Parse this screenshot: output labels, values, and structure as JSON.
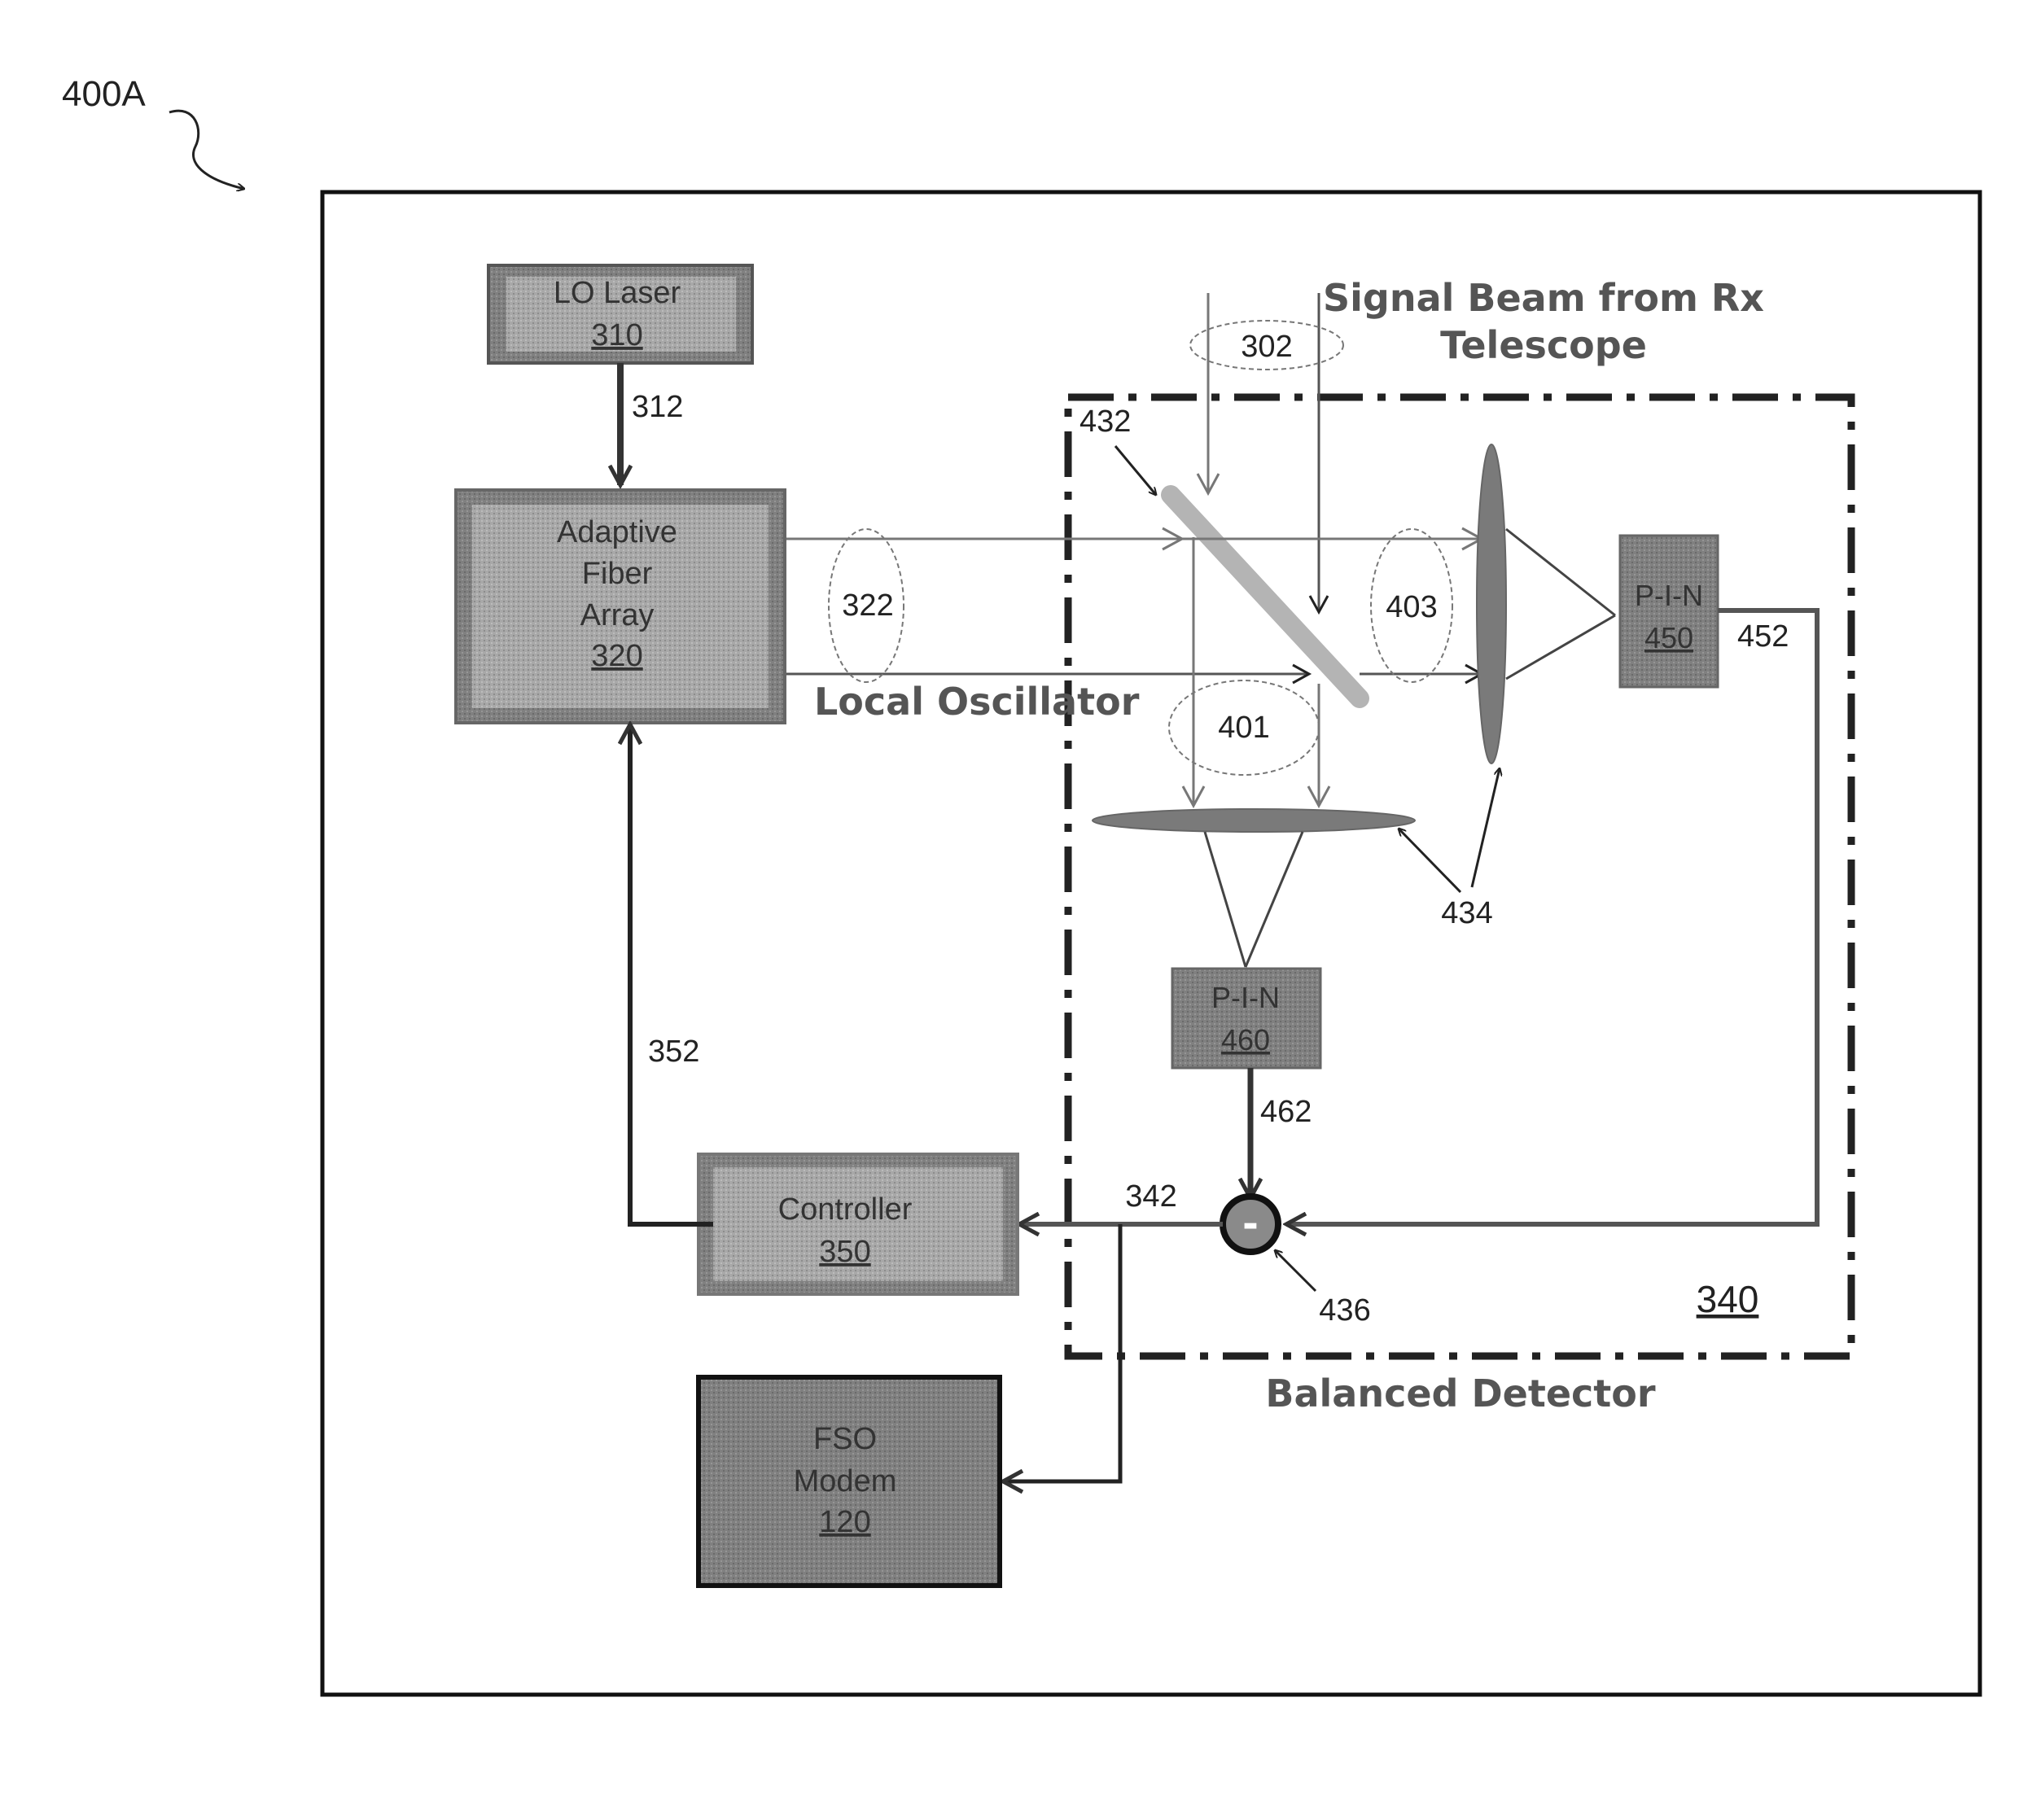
{
  "figure_label": "400A",
  "lo_laser": {
    "name": "LO Laser",
    "ref": "310"
  },
  "adaptive_fiber_array": {
    "line1": "Adaptive",
    "line2": "Fiber",
    "line3": "Array",
    "ref": "320"
  },
  "controller": {
    "name": "Controller",
    "ref": "350"
  },
  "fso_modem": {
    "line1": "FSO",
    "line2": "Modem",
    "ref": "120"
  },
  "pin_450": {
    "name": "P-I-N",
    "ref": "450"
  },
  "pin_460": {
    "name": "P-I-N",
    "ref": "460"
  },
  "signal_beam": {
    "line1": "Signal Beam from Rx",
    "line2": "Telescope"
  },
  "local_oscillator_label": "Local Oscillator",
  "balanced_detector_label": "Balanced Detector",
  "balanced_detector_ref": "340",
  "subtractor_symbol": "-",
  "refs": {
    "r302": "302",
    "r312": "312",
    "r322": "322",
    "r352": "352",
    "r342": "342",
    "r401": "401",
    "r403": "403",
    "r432": "432",
    "r434": "434",
    "r436": "436",
    "r452": "452",
    "r462": "462"
  }
}
